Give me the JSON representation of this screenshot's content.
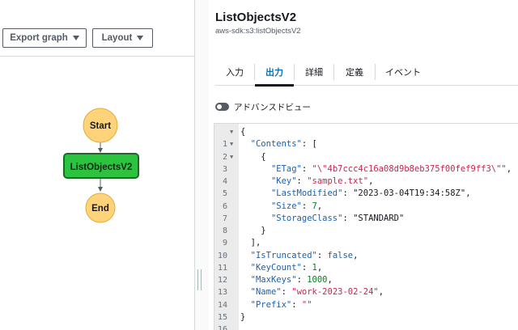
{
  "toolbar": {
    "export_label": "Export graph",
    "layout_label": "Layout"
  },
  "graph": {
    "start_label": "Start",
    "task_label": "ListObjectsV2",
    "end_label": "End",
    "colors": {
      "terminal_fill": "#ffd37a",
      "task_fill": "#2cc33f",
      "task_border": "#1b6b26",
      "edge": "#545b64"
    }
  },
  "details": {
    "title": "ListObjectsV2",
    "subtitle": "aws-sdk:s3:listObjectsV2",
    "tabs": [
      "入力",
      "出力",
      "詳細",
      "定義",
      "イベント"
    ],
    "active_tab": "出力",
    "toggle_label": "アドバンスドビュー",
    "accent": "#0073bb"
  },
  "code": {
    "line_numbers": [
      "1",
      "2",
      "3",
      "4",
      "5",
      "6",
      "7",
      "8",
      "9",
      "10",
      "11",
      "12",
      "13",
      "14",
      "15",
      "16"
    ],
    "l1": "{",
    "l2_key": "\"Contents\"",
    "l2_rest": ": [",
    "l3": "{",
    "l4_key": "\"ETag\"",
    "l4_val": "\"\\\"4b7ccc4c16a08d9b8eb375f00fef9ff3\\\"\"",
    "l5_key": "\"Key\"",
    "l5_val": "\"sample.txt\"",
    "l6_key": "\"LastModified\"",
    "l6_val": "\"2023-03-04T19:34:58Z\"",
    "l7_key": "\"Size\"",
    "l7_val": "7",
    "l8_key": "\"StorageClass\"",
    "l8_val": "\"STANDARD\"",
    "l9": "}",
    "l10": "],",
    "l11_key": "\"IsTruncated\"",
    "l11_val": "false",
    "l12_key": "\"KeyCount\"",
    "l12_val": "1",
    "l13_key": "\"MaxKeys\"",
    "l13_val": "1000",
    "l14_key": "\"Name\"",
    "l14_val": "\"work-2023-02-24\"",
    "l15_key": "\"Prefix\"",
    "l15_val": "\"\"",
    "l16": "}"
  }
}
